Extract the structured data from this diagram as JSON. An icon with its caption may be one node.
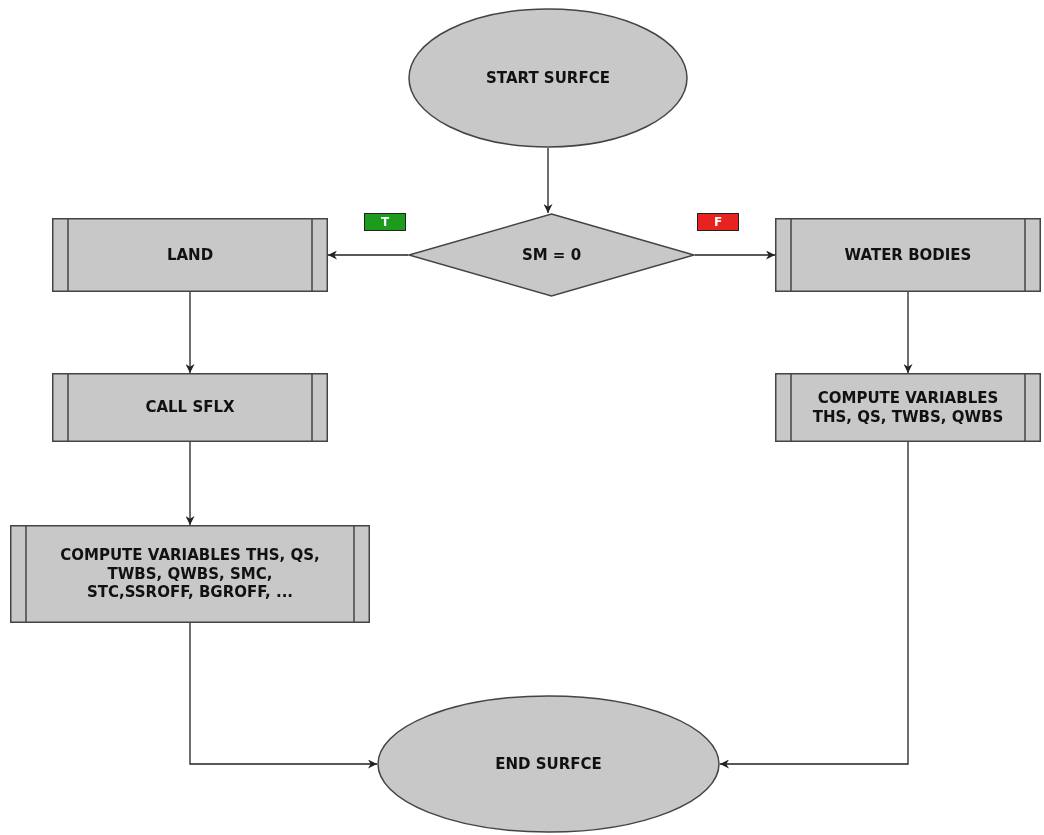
{
  "diagram": {
    "nodes": [
      {
        "text": [
          "START SURFCE"
        ]
      },
      {
        "text": [
          "SM = 0"
        ]
      },
      {
        "text": [
          "LAND"
        ]
      },
      {
        "text": [
          "WATER BODIES"
        ]
      },
      {
        "text": [
          "CALL SFLX"
        ]
      },
      {
        "text": [
          "COMPUTE VARIABLES THS, QS, TWBS, QWBS"
        ]
      },
      {
        "text": [
          "COMPUTE VARIABLES THS, QS, TWBS, QWBS, SMC, STC,SSROFF, BGROFF, ..."
        ]
      },
      {
        "text": [
          "END SURFCE"
        ]
      }
    ],
    "edges": [
      {
        "from": 0,
        "to": 1,
        "arrow": "to"
      },
      {
        "from": 1,
        "to": 2,
        "arrow": "to",
        "label": "T"
      },
      {
        "from": 1,
        "to": 3,
        "arrow": "to",
        "label": "F"
      },
      {
        "from": 2,
        "to": 4,
        "arrow": "to"
      },
      {
        "from": 4,
        "to": 6,
        "arrow": "to"
      },
      {
        "from": 3,
        "to": 5,
        "arrow": "to"
      },
      {
        "from": 6,
        "to": 7,
        "arrow": "to"
      },
      {
        "from": 5,
        "to": 7,
        "arrow": "to"
      }
    ]
  }
}
